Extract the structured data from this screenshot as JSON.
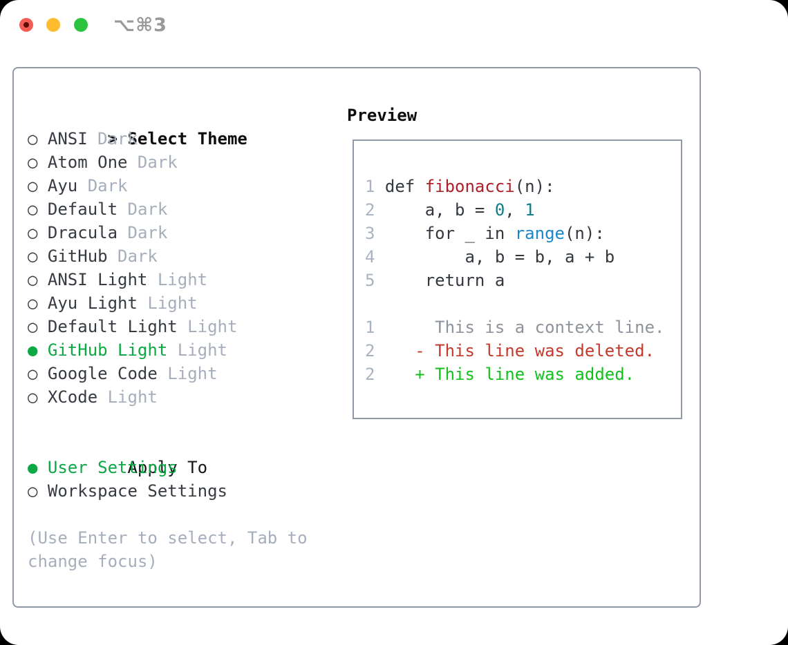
{
  "window": {
    "title": "⌥⌘3",
    "traffic_lights": [
      "close",
      "minimize",
      "zoom"
    ]
  },
  "colors": {
    "accent_green": "#0ca843",
    "diff_added": "#13c11d",
    "diff_removed": "#c4392b",
    "context_gray": "#8d939b",
    "func_red": "#ae2028",
    "number_teal": "#0d7e86",
    "builtin_blue": "#1b87c9",
    "code_text": "#33383f",
    "line_number": "#a9b2bf",
    "label_text": "#363b42",
    "muted": "#a6aebc",
    "border": "#8f98a5"
  },
  "theme_panel": {
    "header_prefix": ">",
    "header_label": "Select Theme",
    "items": [
      {
        "label": "ANSI",
        "tag": "Dark",
        "selected": false
      },
      {
        "label": "Atom One",
        "tag": "Dark",
        "selected": false
      },
      {
        "label": "Ayu",
        "tag": "Dark",
        "selected": false
      },
      {
        "label": "Default",
        "tag": "Dark",
        "selected": false
      },
      {
        "label": "Dracula",
        "tag": "Dark",
        "selected": false
      },
      {
        "label": "GitHub",
        "tag": "Dark",
        "selected": false
      },
      {
        "label": "ANSI Light",
        "tag": "Light",
        "selected": false
      },
      {
        "label": "Ayu Light",
        "tag": "Light",
        "selected": false
      },
      {
        "label": "Default Light",
        "tag": "Light",
        "selected": false
      },
      {
        "label": "GitHub Light",
        "tag": "Light",
        "selected": true
      },
      {
        "label": "Google Code",
        "tag": "Light",
        "selected": false
      },
      {
        "label": "XCode",
        "tag": "Light",
        "selected": false
      }
    ],
    "apply_to": {
      "label": "Apply To",
      "options": [
        {
          "label": "User Settings",
          "selected": true
        },
        {
          "label": "Workspace Settings",
          "selected": false
        }
      ]
    },
    "hint": "(Use Enter to select, Tab to change focus)"
  },
  "preview": {
    "label": "Preview",
    "lines": [
      {
        "num": "1",
        "tokens": [
          {
            "t": "def ",
            "c": "code_text"
          },
          {
            "t": "fibonacci",
            "c": "func_red"
          },
          {
            "t": "(n):",
            "c": "code_text"
          }
        ]
      },
      {
        "num": "2",
        "tokens": [
          {
            "t": "    a, b = ",
            "c": "code_text"
          },
          {
            "t": "0",
            "c": "number_teal"
          },
          {
            "t": ", ",
            "c": "code_text"
          },
          {
            "t": "1",
            "c": "number_teal"
          }
        ]
      },
      {
        "num": "3",
        "tokens": [
          {
            "t": "    for _ in ",
            "c": "code_text"
          },
          {
            "t": "range",
            "c": "builtin_blue"
          },
          {
            "t": "(n):",
            "c": "code_text"
          }
        ]
      },
      {
        "num": "4",
        "tokens": [
          {
            "t": "        a, b = b, a + b",
            "c": "code_text"
          }
        ]
      },
      {
        "num": "5",
        "tokens": [
          {
            "t": "    return a",
            "c": "code_text"
          }
        ]
      },
      {
        "num": "",
        "tokens": []
      },
      {
        "num": "1",
        "tokens": [
          {
            "t": "     This is a context line.",
            "c": "context_gray"
          }
        ]
      },
      {
        "num": "2",
        "tokens": [
          {
            "t": "   - This line was deleted.",
            "c": "diff_removed"
          }
        ]
      },
      {
        "num": "2",
        "tokens": [
          {
            "t": "   + This line was added.",
            "c": "diff_added"
          }
        ]
      }
    ]
  }
}
